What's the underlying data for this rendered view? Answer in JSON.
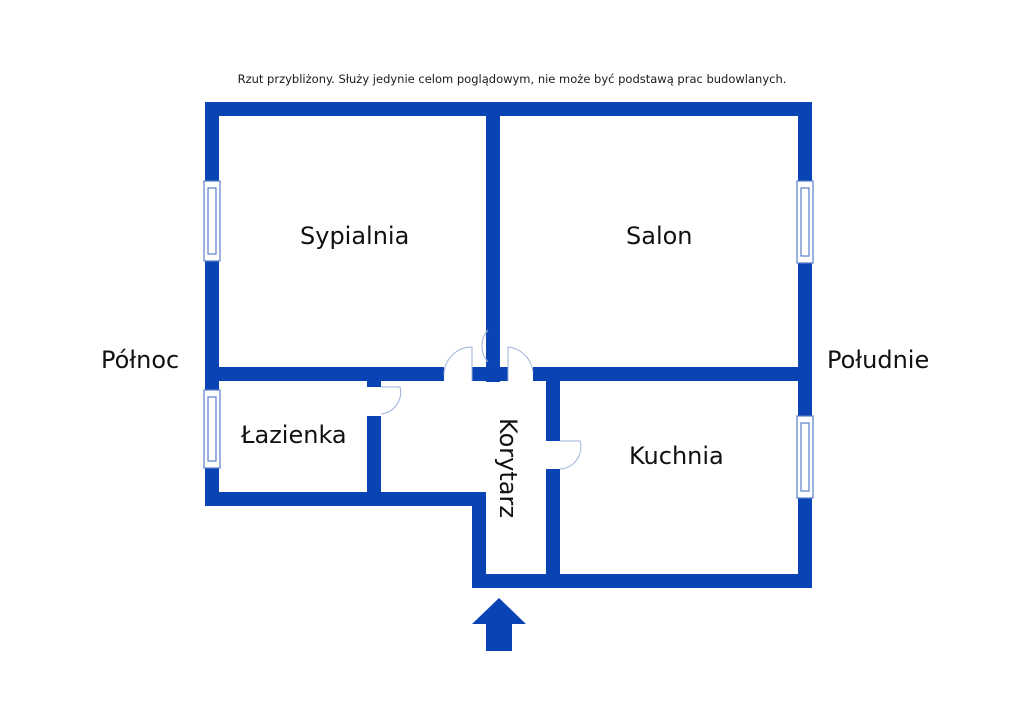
{
  "disclaimer": "Rzut przybliżony. Służy jedynie celom poglądowym, nie może być podstawą prac budowlanych.",
  "rooms": {
    "sypialnia": "Sypialnia",
    "salon": "Salon",
    "lazienka": "Łazienka",
    "korytarz": "Korytarz",
    "kuchnia": "Kuchnia"
  },
  "directions": {
    "north": "Północ",
    "south": "Południe"
  },
  "colors": {
    "wall": "#0a44b4",
    "window_frame": "#5b7fc7"
  },
  "entrance_icon": "arrow-up-icon"
}
